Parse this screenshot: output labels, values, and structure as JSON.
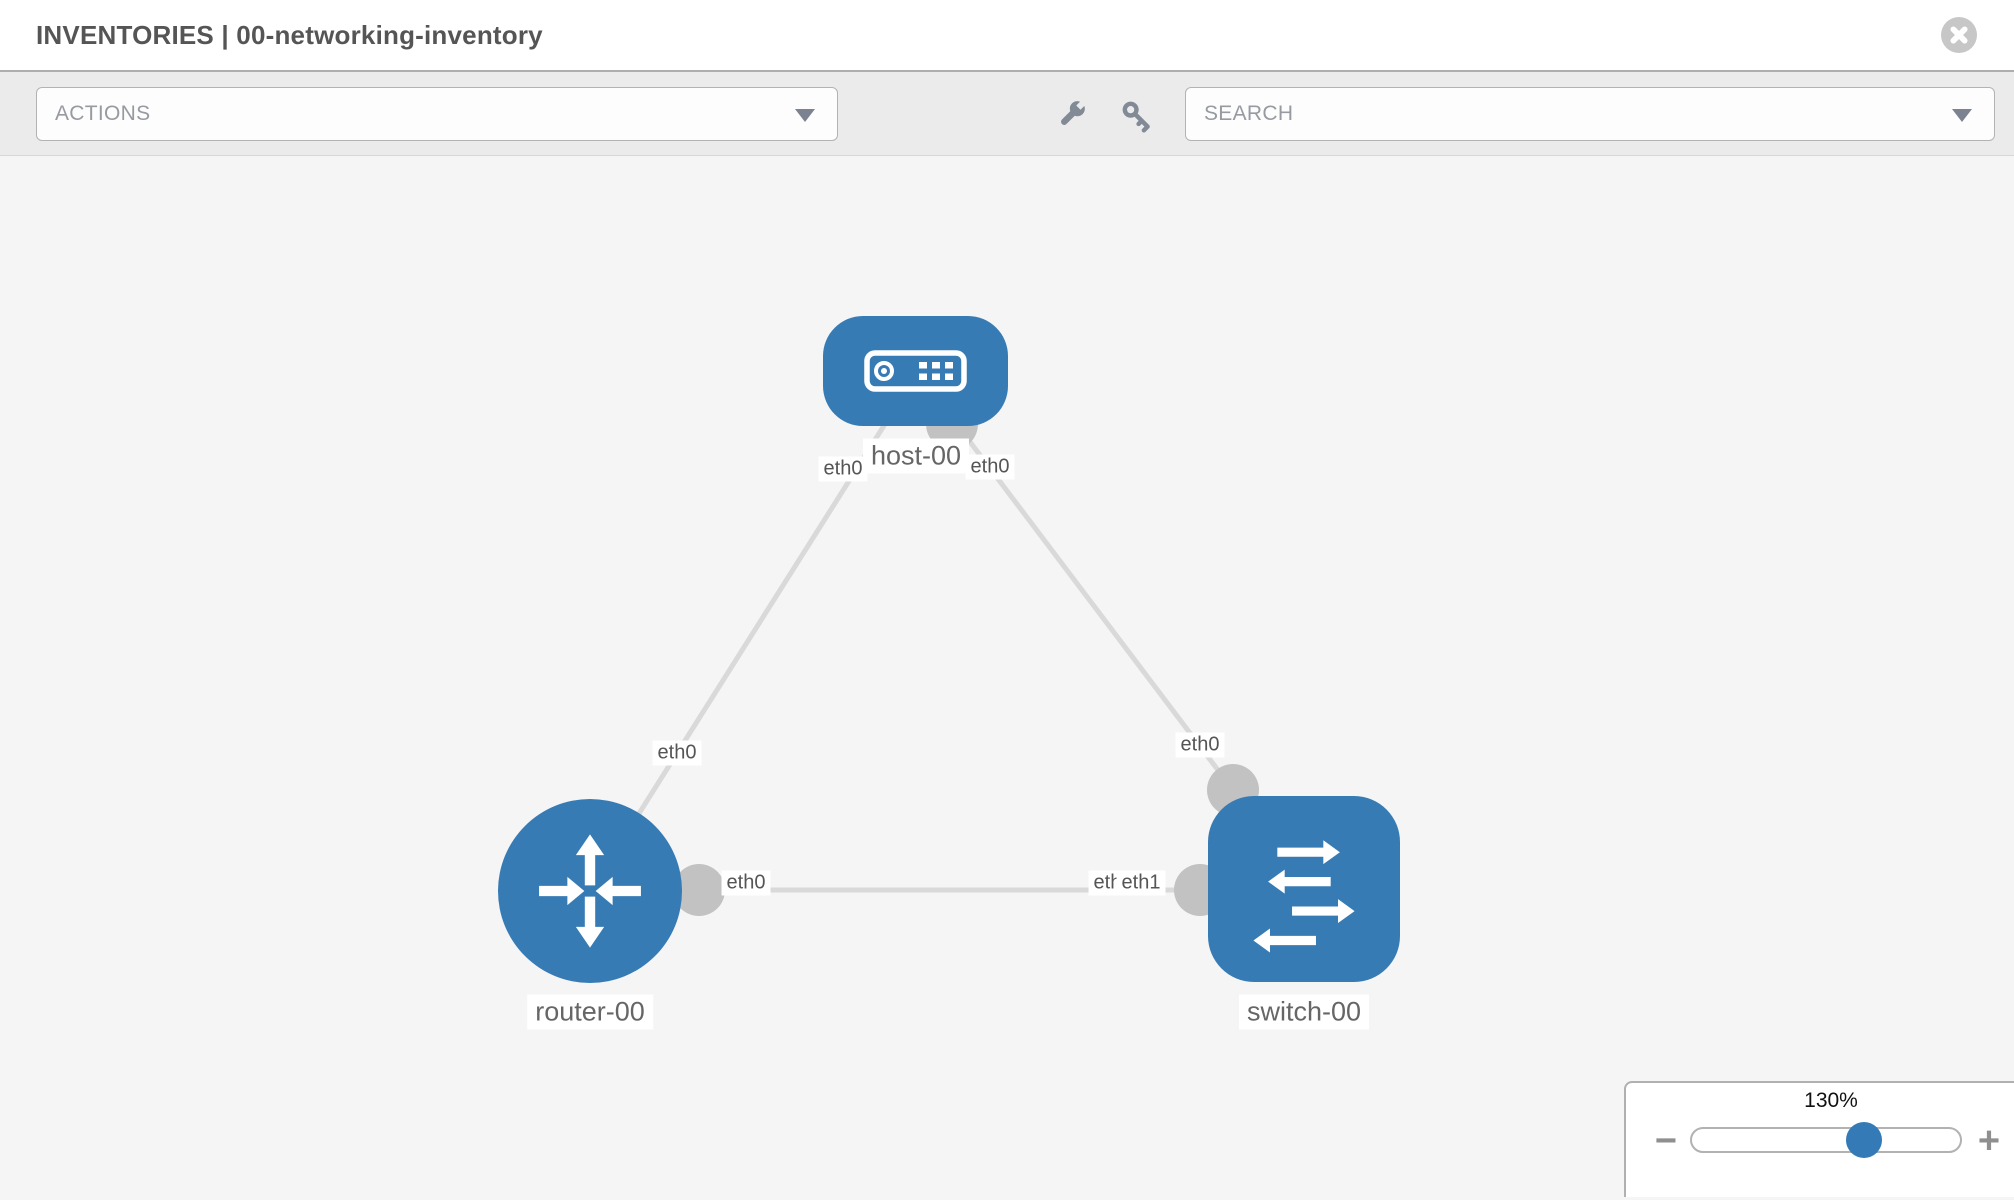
{
  "header": {
    "title": "INVENTORIES | 00-networking-inventory"
  },
  "toolbar": {
    "actions_label": "ACTIONS",
    "search_placeholder": "SEARCH",
    "icons": {
      "left_button": "wrench",
      "right_button": "key"
    }
  },
  "topology": {
    "nodes": [
      {
        "id": "host-00",
        "label": "host-00",
        "type": "host",
        "shape": "rounded-rect"
      },
      {
        "id": "router-00",
        "label": "router-00",
        "type": "router",
        "shape": "circle"
      },
      {
        "id": "switch-00",
        "label": "switch-00",
        "type": "switch",
        "shape": "rounded-square"
      }
    ],
    "links": [
      {
        "source": "host-00",
        "target": "router-00",
        "source_interface": "eth0",
        "target_interface": "eth0"
      },
      {
        "source": "host-00",
        "target": "switch-00",
        "source_interface": "eth0",
        "target_interface": "eth0"
      },
      {
        "source": "router-00",
        "target": "switch-00",
        "source_interface": "eth0",
        "target_interface": "eth1",
        "occluded_interface": "eth0"
      }
    ]
  },
  "zoom_control": {
    "level": "130%",
    "zoom_out": "−",
    "zoom_in": "+",
    "percent": 130
  },
  "colors": {
    "node_blue": "#377bb5",
    "accent_blue": "#337ab7",
    "link_gray": "#d9d9d9",
    "endpoint_gray": "#c2c2c2",
    "icon_gray": "#828a96"
  }
}
